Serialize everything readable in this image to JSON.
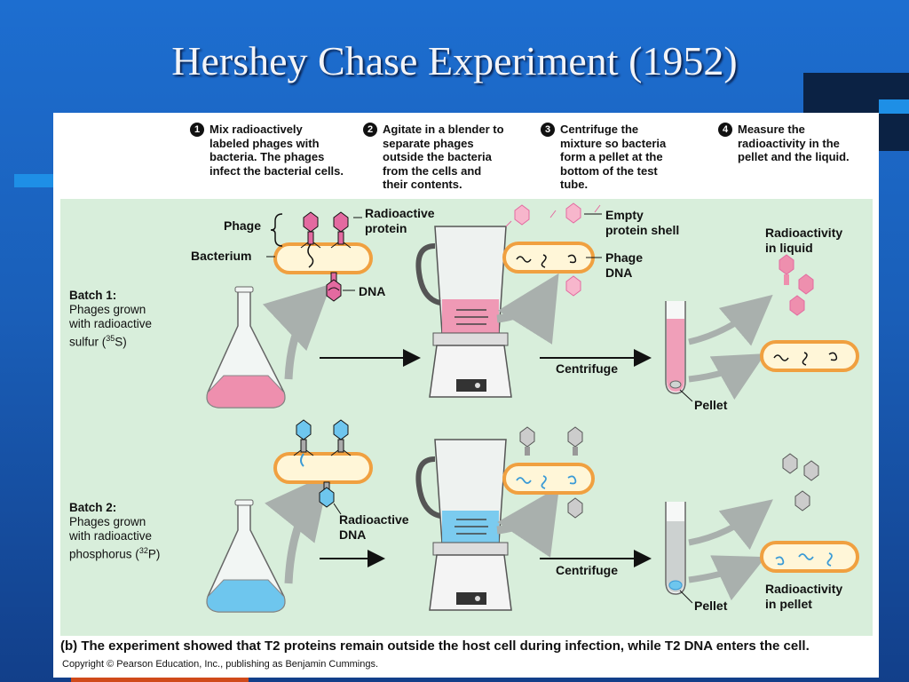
{
  "slide": {
    "title": "Hershey Chase Experiment (1952)"
  },
  "steps": [
    {
      "number": "1",
      "text": "Mix radioactively\nlabeled phages with\nbacteria. The phages\ninfect the bacterial cells."
    },
    {
      "number": "2",
      "text": "Agitate in a blender to\nseparate phages\noutside the bacteria\nfrom the cells and\ntheir contents."
    },
    {
      "number": "3",
      "text": "Centrifuge the\nmixture so bacteria\nform a pellet at the\nbottom of the test\ntube."
    },
    {
      "number": "4",
      "text": "Measure the\nradioactivity in the\npellet and the liquid."
    }
  ],
  "labels": {
    "phage": "Phage",
    "bacterium": "Bacterium",
    "radioactive_protein": "Radioactive\nprotein",
    "dna": "DNA",
    "empty_protein_shell": "Empty\nprotein shell",
    "phage_dna": "Phage\nDNA",
    "radioactivity_in_liquid": "Radioactivity\nin liquid",
    "centrifuge_1": "Centrifuge",
    "pellet_1": "Pellet",
    "radioactive_dna": "Radioactive\nDNA",
    "centrifuge_2": "Centrifuge",
    "pellet_2": "Pellet",
    "radioactivity_in_pellet": "Radioactivity\nin pellet"
  },
  "batch1": {
    "heading": "Batch 1:",
    "line1": "Phages grown",
    "line2": "with radioactive",
    "line3_pre": "sulfur (",
    "sup": "35",
    "line3_post": "S)"
  },
  "batch2": {
    "heading": "Batch 2:",
    "line1": "Phages grown",
    "line2": "with radioactive",
    "line3_pre": "phosphorus (",
    "sup": "32",
    "line3_post": "P)"
  },
  "caption": "(b) The experiment showed that T2 proteins remain outside the host cell during infection, while T2 DNA enters the cell.",
  "copyright": "Copyright © Pearson Education, Inc., publishing as Benjamin Cummings.",
  "colors": {
    "background_blue": "#1a5fb9",
    "panel_green": "#d8eedb",
    "sulfur_pink": "#ee8fae",
    "phosphorus_blue": "#6ec6ee",
    "bacterium_orange": "#f0a040",
    "bacterium_fill": "#fff6d8"
  }
}
